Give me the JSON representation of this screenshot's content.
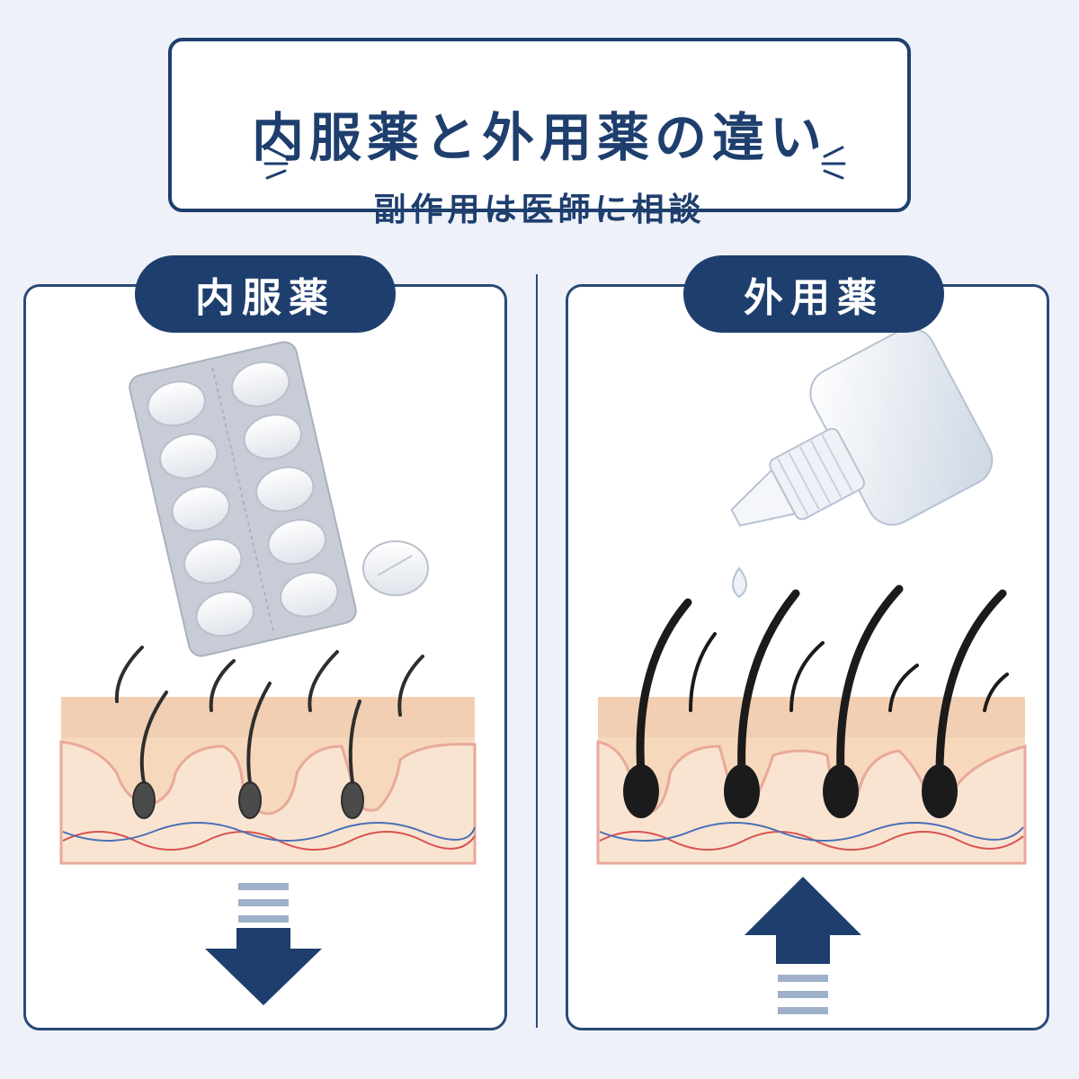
{
  "header": {
    "title": "内服薬と外用薬の違い",
    "subtitle": "副作用は医師に相談"
  },
  "panels": [
    {
      "label": "内服薬",
      "medicine_icon": "tablet-blister-pack-icon",
      "trend_icon": "arrow-down-icon"
    },
    {
      "label": "外用薬",
      "medicine_icon": "dropper-bottle-icon",
      "trend_icon": "arrow-up-icon"
    }
  ],
  "colors": {
    "navy": "#1e3f6e",
    "background": "#eef2f8",
    "skin": "#f7dcc4",
    "artery": "#d9534f",
    "vein": "#4a6fb5"
  }
}
